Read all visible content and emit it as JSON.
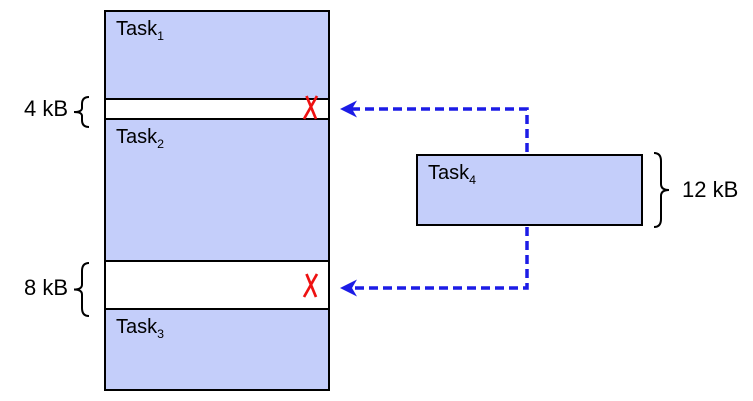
{
  "diagram_type": "memory-fragmentation",
  "colors": {
    "task_fill": "#c4cefa",
    "outline": "#000000",
    "arrow_blue": "#1c1ce6",
    "reject_red": "#ee1111",
    "background": "#ffffff"
  },
  "memory_column": {
    "task1_label": "Task",
    "task1_sub": "1",
    "gap1_size": "4 kB",
    "task2_label": "Task",
    "task2_sub": "2",
    "gap2_size": "8 kB",
    "task3_label": "Task",
    "task3_sub": "3"
  },
  "incoming_task": {
    "label": "Task",
    "sub": "4",
    "size": "12 kB"
  }
}
